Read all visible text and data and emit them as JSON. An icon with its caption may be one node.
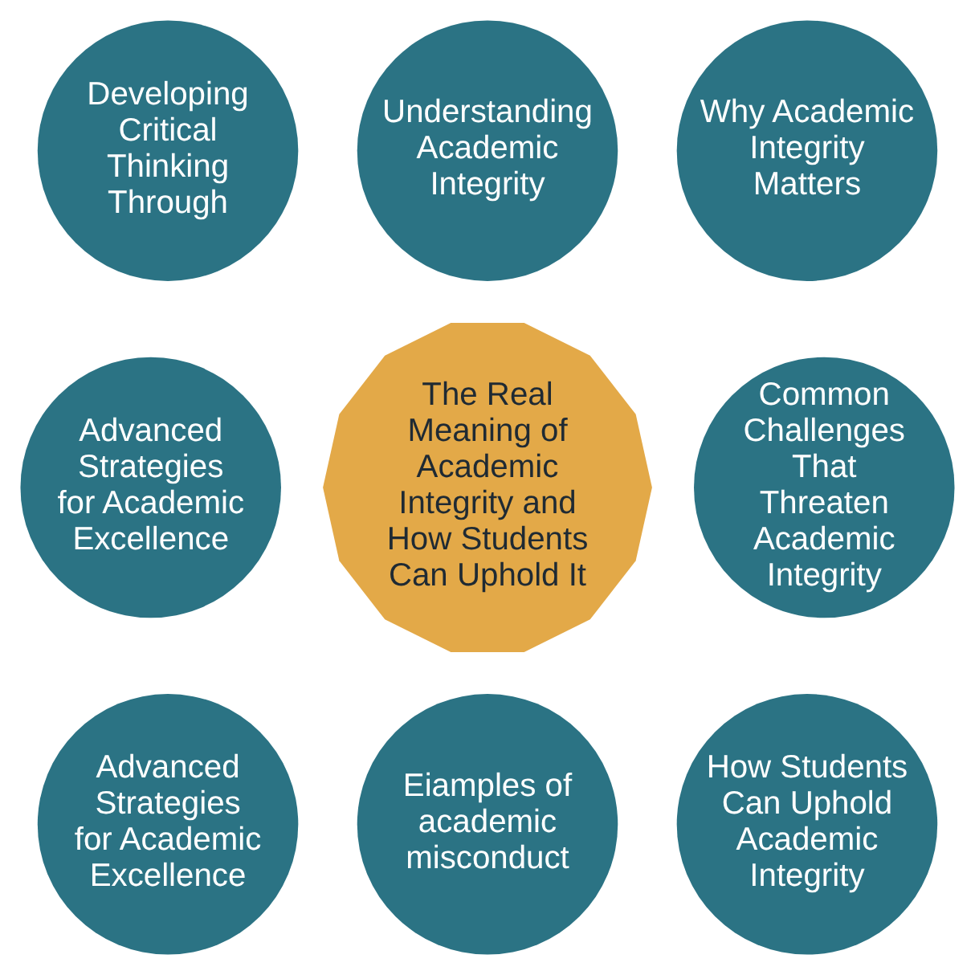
{
  "diagram": {
    "nodes": [
      {
        "text": [
          "Understanding Academic Integrity"
        ]
      },
      {
        "text": [
          "Developing Critical Thinking Through"
        ]
      },
      {
        "text": [
          "Why Academic Integrity Matters"
        ]
      },
      {
        "text": [
          "The Real Meaning of Academic Integrity and How Students Can Uphold It"
        ]
      },
      {
        "text": [
          "Advanced Strategies for Academic Excellence"
        ]
      },
      {
        "text": [
          "Common Challenges That Threaten Academic Integrity"
        ]
      },
      {
        "text": [
          "Advanced Strategies for Academic Excellence"
        ]
      },
      {
        "text": [
          "How Students Can Uphold Academic Integrity"
        ]
      },
      {
        "text": [
          "Eiamples of academic misconduct"
        ]
      }
    ],
    "edges": []
  }
}
